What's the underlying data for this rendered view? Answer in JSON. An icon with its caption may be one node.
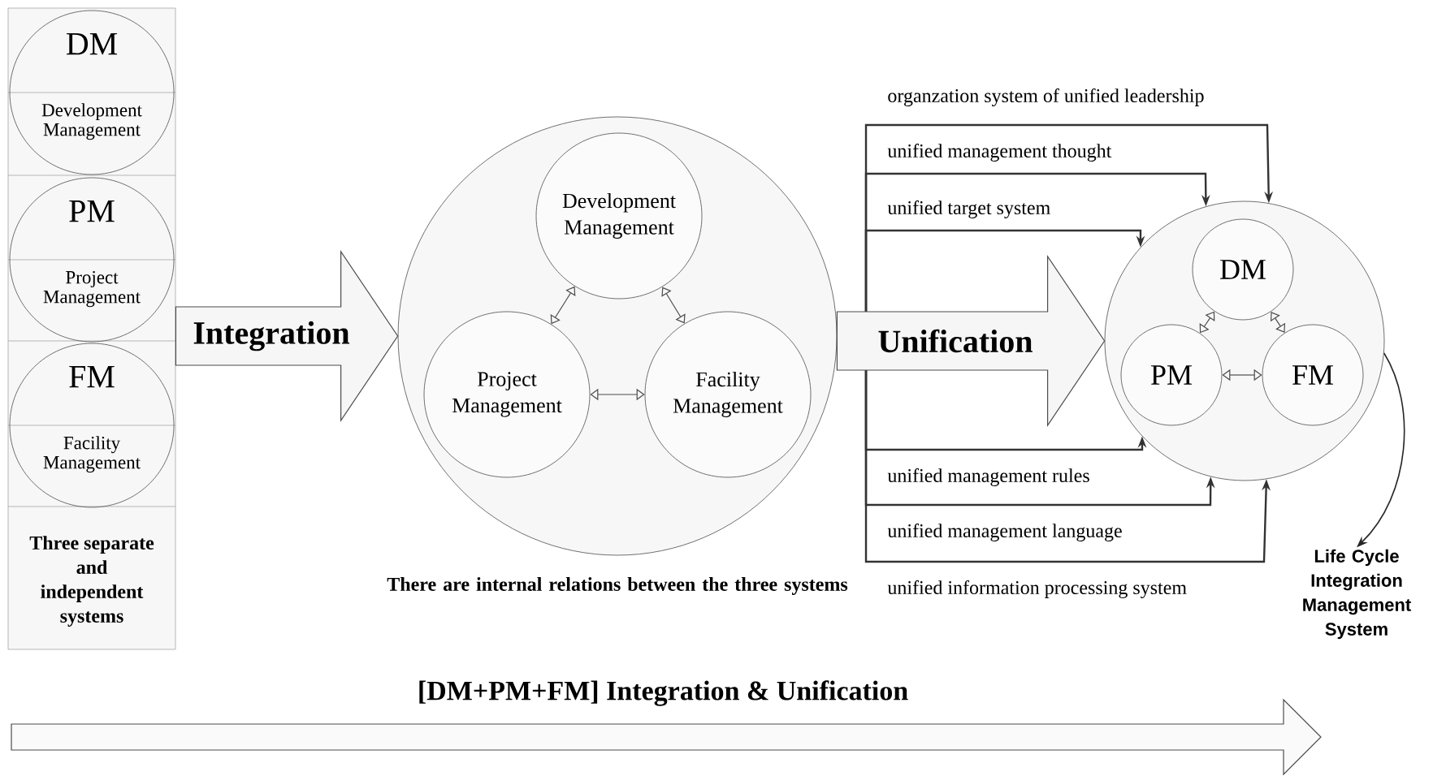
{
  "diagram": {
    "nodes": [
      {
        "text": [
          "Three separate and independent systems"
        ]
      },
      {
        "text": [
          "DM",
          "Development Management"
        ],
        "in": 0
      },
      {
        "text": [
          "PM",
          "Project Management"
        ],
        "in": 0
      },
      {
        "text": [
          "FM",
          "Facility Management"
        ],
        "in": 0
      },
      {
        "text": [],
        "shape": "circle",
        "beside": [
          "There are internal relations between the three systems"
        ]
      },
      {
        "text": [
          "Development Management"
        ],
        "in": 4
      },
      {
        "text": [
          "Project Management"
        ],
        "in": 4
      },
      {
        "text": [
          "Facility Management"
        ],
        "in": 4
      },
      {
        "text": [],
        "shape": "circle"
      },
      {
        "text": [
          "DM"
        ],
        "in": 8
      },
      {
        "text": [
          "PM"
        ],
        "in": 8
      },
      {
        "text": [
          "FM"
        ],
        "in": 8
      },
      {
        "text": [
          "Life Cycle Integration Management System"
        ]
      }
    ],
    "edges": [
      {
        "from": 0,
        "to": 4,
        "arrow": "to",
        "label": "Integration",
        "style": "thick"
      },
      {
        "from": 5,
        "to": 6,
        "arrow": "both"
      },
      {
        "from": 5,
        "to": 7,
        "arrow": "both"
      },
      {
        "from": 6,
        "to": 7,
        "arrow": "both"
      },
      {
        "from": 4,
        "to": 8,
        "arrow": "to",
        "label": "Unification",
        "style": "thick"
      },
      {
        "from": 9,
        "to": 10,
        "arrow": "both"
      },
      {
        "from": 9,
        "to": 11,
        "arrow": "both"
      },
      {
        "from": 10,
        "to": 11,
        "arrow": "both"
      },
      {
        "from": null,
        "to": 8,
        "arrow": "to",
        "label": "organzation system of unified leadership"
      },
      {
        "from": null,
        "to": 8,
        "arrow": "to",
        "label": "unified management thought"
      },
      {
        "from": null,
        "to": 8,
        "arrow": "to",
        "label": "unified target system"
      },
      {
        "from": null,
        "to": 8,
        "arrow": "to",
        "label": "unified management rules"
      },
      {
        "from": null,
        "to": 8,
        "arrow": "to",
        "label": "unified management language"
      },
      {
        "from": null,
        "to": 8,
        "arrow": "to",
        "label": "unified information processing system"
      },
      {
        "from": 8,
        "to": 12,
        "arrow": "to"
      }
    ],
    "labels": [
      "[DM+PM+FM] Integration & Unification"
    ]
  }
}
